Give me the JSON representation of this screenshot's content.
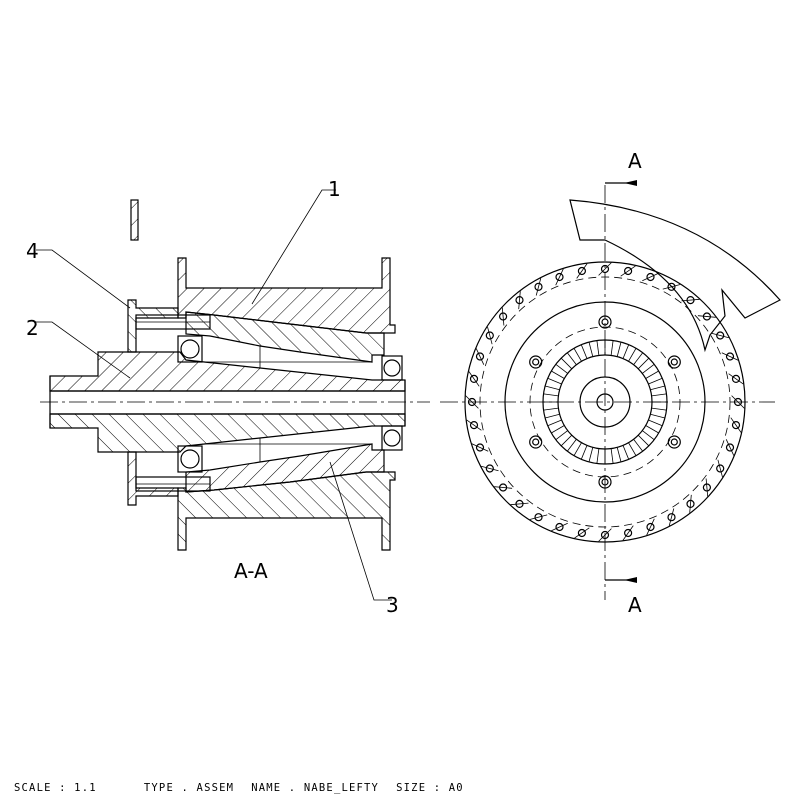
{
  "drawing": {
    "part_numbers": [
      "1",
      "2",
      "3",
      "4"
    ],
    "section_label": "A-A",
    "cut_markers": [
      "A",
      "A"
    ]
  },
  "title_block": {
    "scale": "SCALE : 1.1",
    "type": "TYPE . ASSEM",
    "name": "NAME . NABE_LEFTY",
    "size": "SIZE : A0"
  }
}
